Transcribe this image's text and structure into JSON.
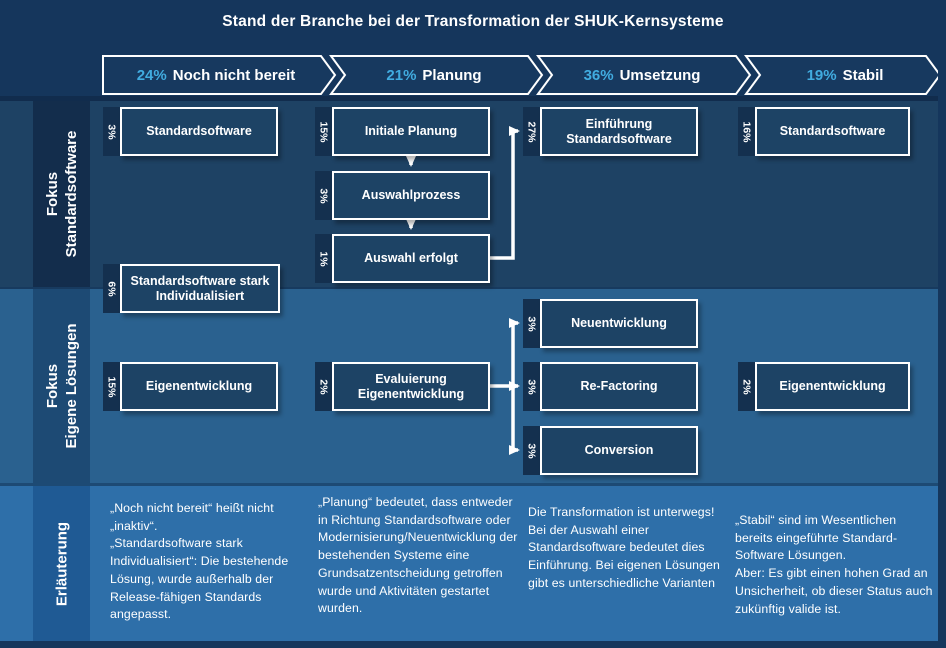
{
  "title": "Stand der Branche bei der Transformation der SHUK-Kernsysteme",
  "colors": {
    "background": "#15365c",
    "row_standardsoftware": "#1e4264",
    "row_eigene_loesungen": "#2a618f",
    "row_erlaeuterung": "#2e6fa9",
    "box_fill": "#1d4365",
    "pct_tab_fill": "#14304f",
    "accent_percent": "#41ace0",
    "text": "#ffffff"
  },
  "phases": [
    {
      "pct": "24%",
      "label": "Noch nicht bereit"
    },
    {
      "pct": "21%",
      "label": "Planung"
    },
    {
      "pct": "36%",
      "label": "Umsetzung"
    },
    {
      "pct": "19%",
      "label": "Stabil"
    }
  ],
  "rows": [
    {
      "label_lines": [
        "Fokus",
        "Standardsoftware"
      ]
    },
    {
      "label_lines": [
        "Fokus",
        "Eigene Lösungen"
      ]
    },
    {
      "label_lines": [
        "Erläuterung"
      ]
    }
  ],
  "boxes": [
    {
      "pct": "3%",
      "label": "Standardsoftware"
    },
    {
      "pct": "6%",
      "label": "Standardsoftware stark Individualisiert"
    },
    {
      "pct": "15%",
      "label": "Initiale Planung"
    },
    {
      "pct": "3%",
      "label": "Auswahlprozess"
    },
    {
      "pct": "1%",
      "label": "Auswahl erfolgt"
    },
    {
      "pct": "27%",
      "label": "Einführung Standardsoftware"
    },
    {
      "pct": "16%",
      "label": "Standardsoftware"
    },
    {
      "pct": "15%",
      "label": "Eigenentwicklung"
    },
    {
      "pct": "2%",
      "label": "Evaluierung Eigenentwicklung"
    },
    {
      "pct": "3%",
      "label": "Neuentwicklung"
    },
    {
      "pct": "3%",
      "label": "Re-Factoring"
    },
    {
      "pct": "3%",
      "label": "Conversion"
    },
    {
      "pct": "2%",
      "label": "Eigenentwicklung"
    }
  ],
  "notes": [
    "„Noch nicht bereit“ heißt nicht „inaktiv“.\n„Standardsoftware stark Individualisiert“: Die bestehende Lösung, wurde außerhalb der Release-fähigen Standards angepasst.",
    "„Planung“ bedeutet, dass entweder in Richtung Standardsoftware oder Modernisierung/Neuentwicklung der bestehenden Systeme eine Grundsatzentscheidung getroffen wurde und Aktivitäten gestartet wurden.",
    "Die Transformation ist unterwegs!\nBei der Auswahl einer Standardsoftware bedeutet dies Einführung. Bei eigenen Lösungen gibt es unterschiedliche Varianten",
    "„Stabil“ sind im Wesentlichen bereits eingeführte Standard-Software Lösungen.\nAber: Es gibt einen hohen Grad an Unsicherheit, ob dieser Status auch zukünftig valide ist."
  ]
}
